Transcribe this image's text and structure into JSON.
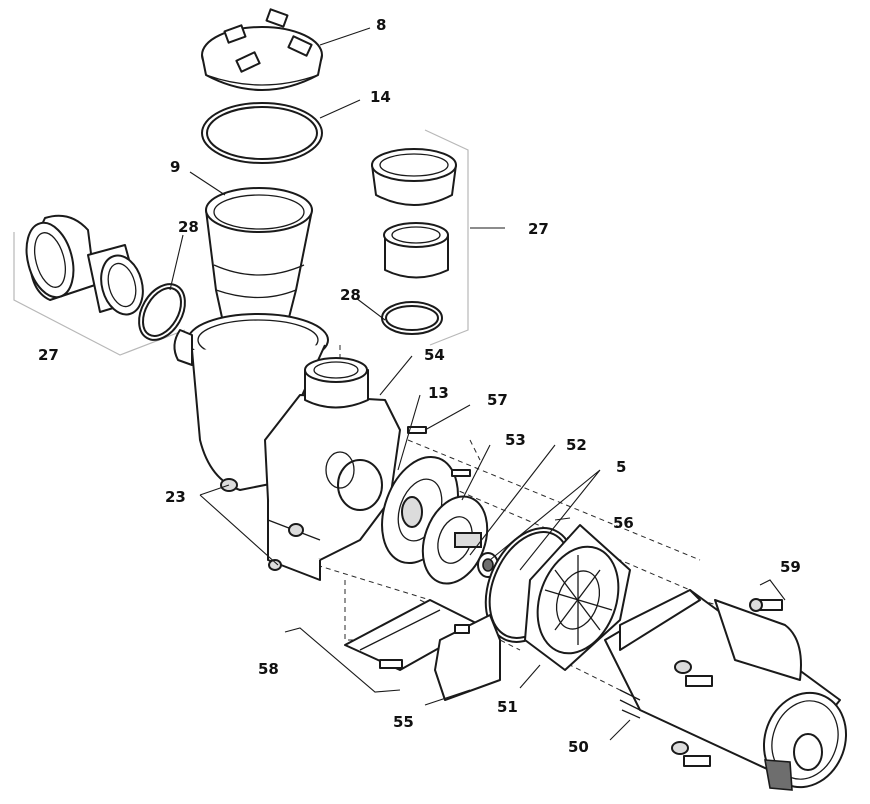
{
  "diagram": {
    "callouts": [
      {
        "id": "c8",
        "label": "8"
      },
      {
        "id": "c14",
        "label": "14"
      },
      {
        "id": "c9",
        "label": "9"
      },
      {
        "id": "c27a",
        "label": "27"
      },
      {
        "id": "c28a",
        "label": "28"
      },
      {
        "id": "c27b",
        "label": "27"
      },
      {
        "id": "c28b",
        "label": "28"
      },
      {
        "id": "c54",
        "label": "54"
      },
      {
        "id": "c13",
        "label": "13"
      },
      {
        "id": "c57",
        "label": "57"
      },
      {
        "id": "c53",
        "label": "53"
      },
      {
        "id": "c52",
        "label": "52"
      },
      {
        "id": "c5",
        "label": "5"
      },
      {
        "id": "c23",
        "label": "23"
      },
      {
        "id": "c56",
        "label": "56"
      },
      {
        "id": "c59",
        "label": "59"
      },
      {
        "id": "c58",
        "label": "58"
      },
      {
        "id": "c55",
        "label": "55"
      },
      {
        "id": "c51",
        "label": "51"
      },
      {
        "id": "c50",
        "label": "50"
      }
    ]
  }
}
